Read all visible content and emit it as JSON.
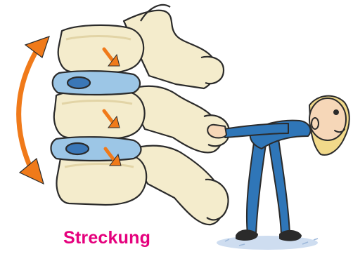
{
  "caption": {
    "text": "Streckung"
  },
  "colors": {
    "caption": "#e5007d",
    "bone": "#f4eccc",
    "bone_shade": "#e2d4a6",
    "disc": "#9cc6e6",
    "disc_core": "#3a77b7",
    "motion_arrow": "#f07a1a",
    "outline": "#2b2b2b",
    "figure_clothes": "#2f76b8",
    "figure_skin": "#f6d7b8",
    "figure_hair": "#f1d98a",
    "floor_shadow": "#c9d9ee"
  },
  "illustration": {
    "subject": "spine-extension",
    "icons": [
      "double-headed-arc-arrow-icon",
      "compression-arrow-icon"
    ],
    "vertebrae_count": 3,
    "disc_count": 2
  }
}
